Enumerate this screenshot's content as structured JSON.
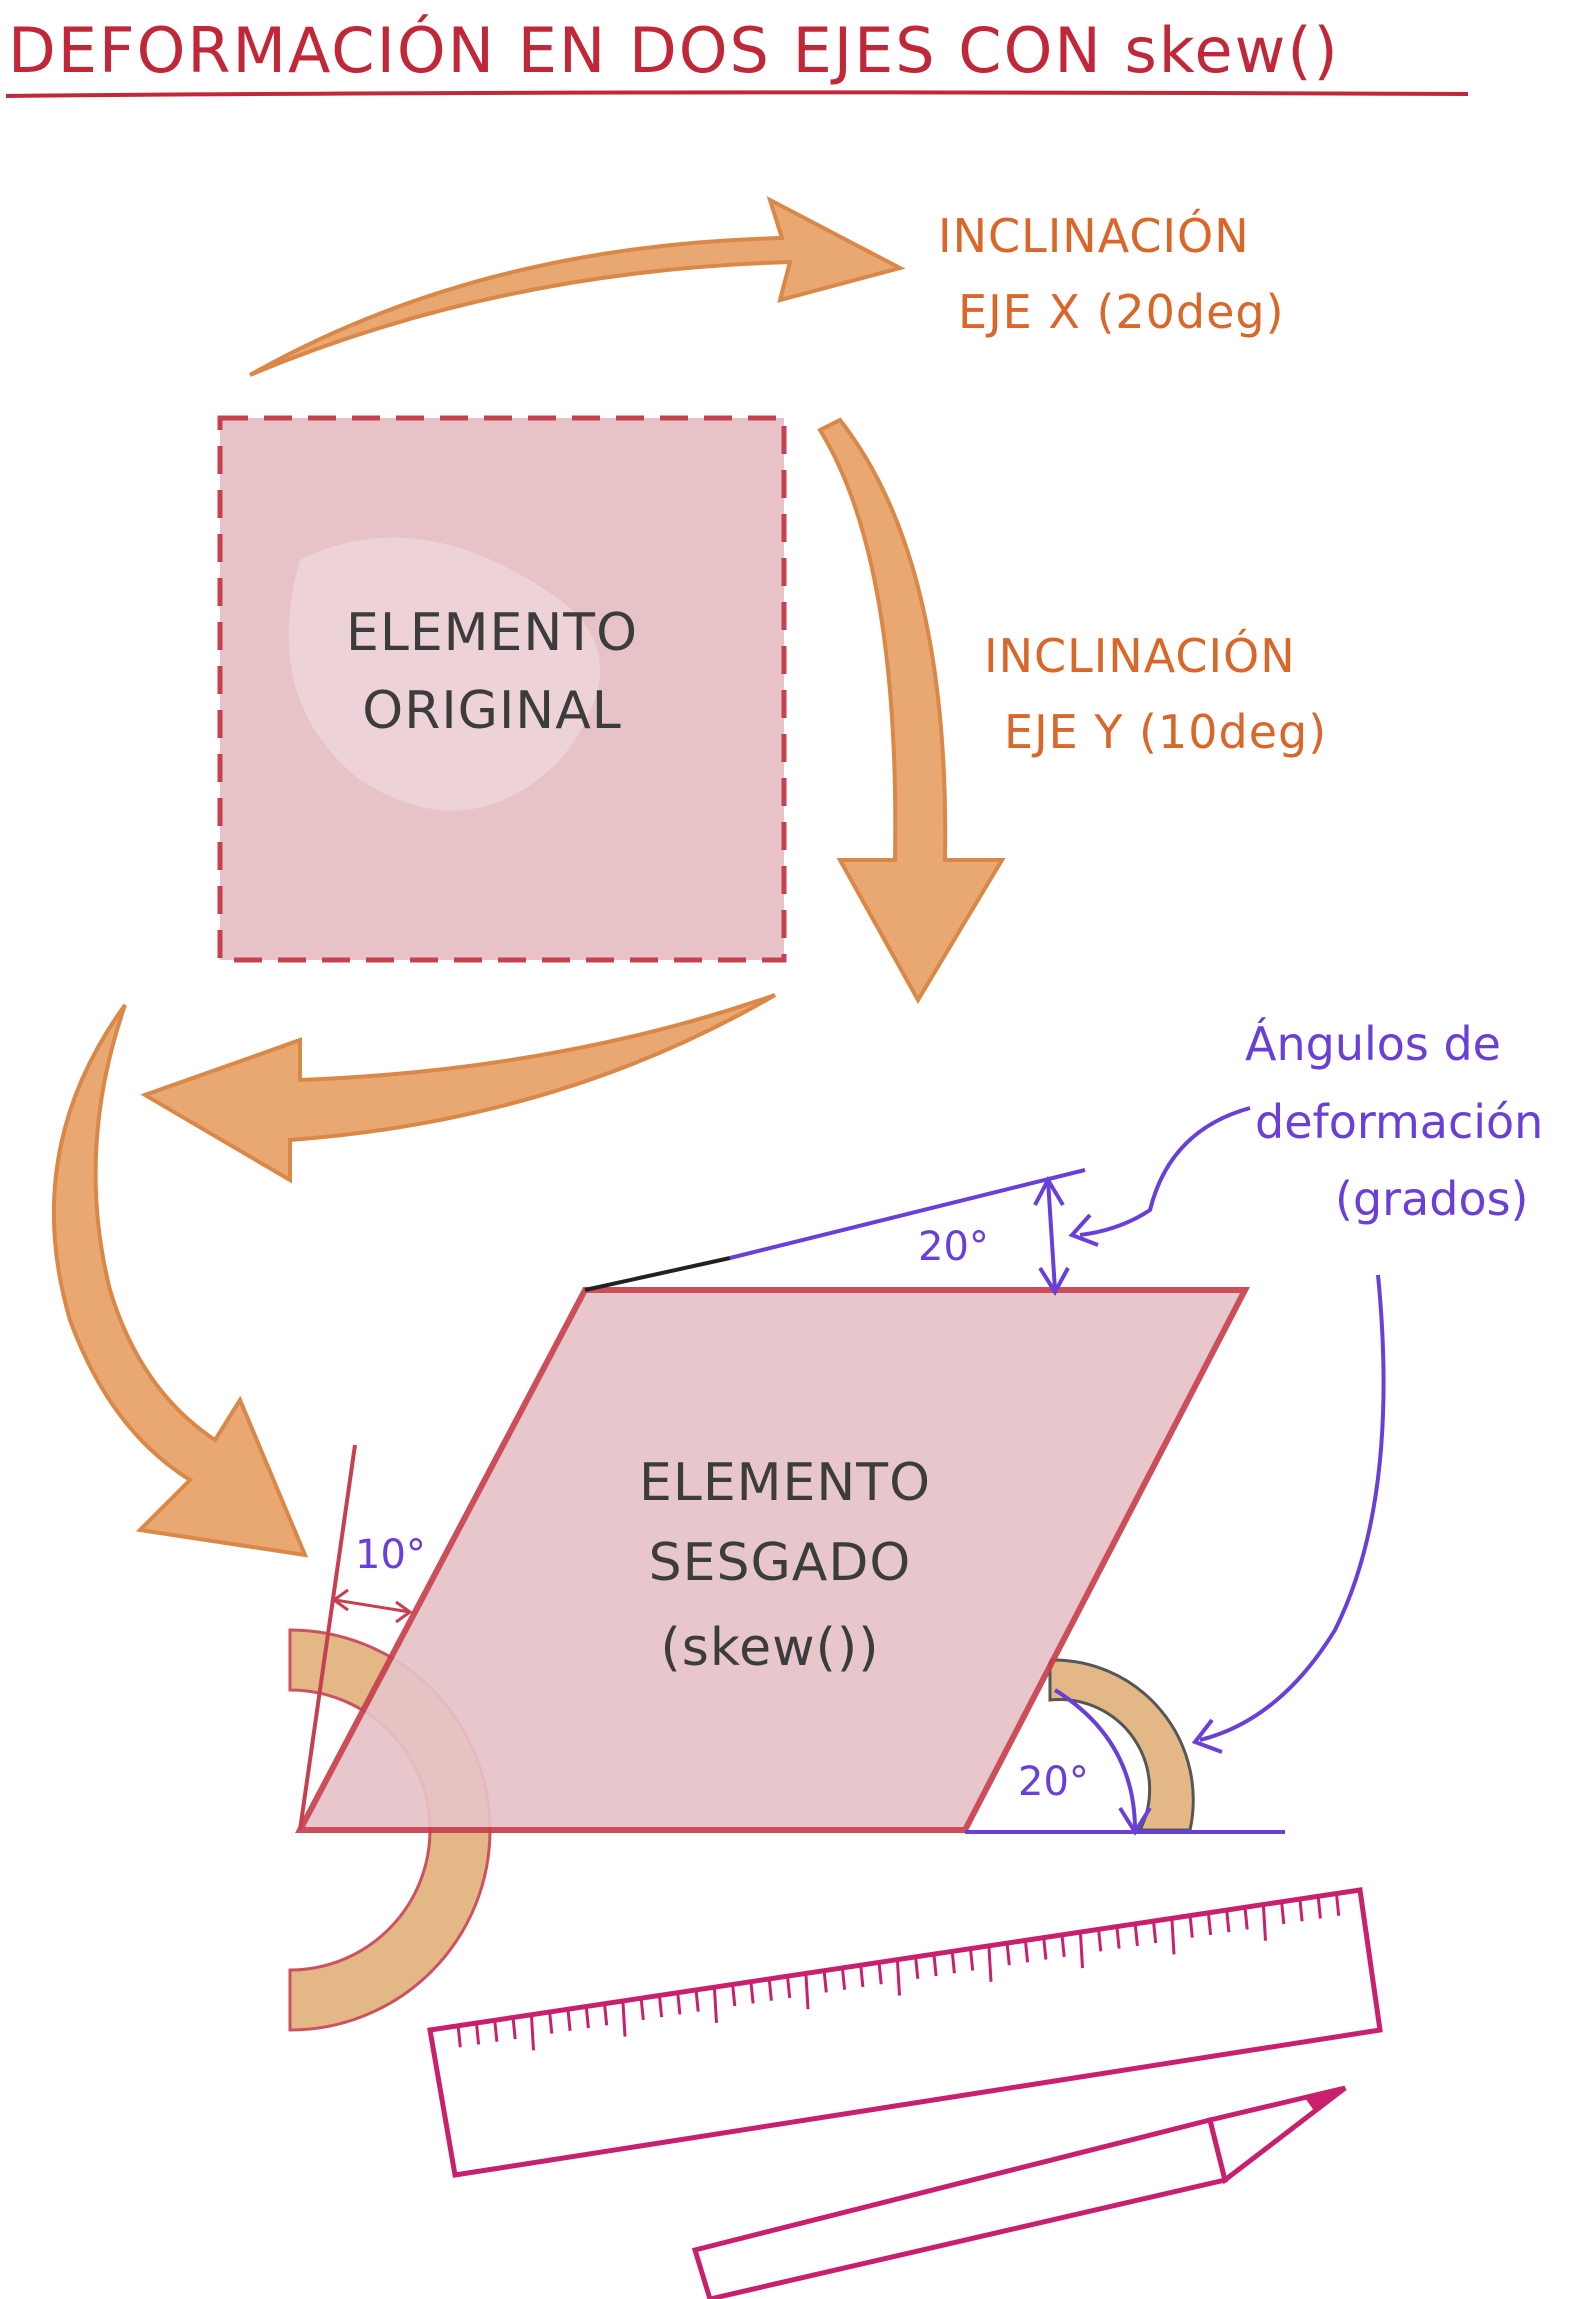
{
  "title": "DEFORMACIÓN EN DOS EJES CON skew()",
  "original": {
    "line1": "ELEMENTO",
    "line2": "ORIGINAL"
  },
  "skewed": {
    "line1": "ELEMENTO",
    "line2": "SESGADO",
    "line3": "(skew())"
  },
  "axis_x": {
    "line1": "INCLINACIÓN",
    "line2": "EJE X (20deg)"
  },
  "axis_y": {
    "line1": "INCLINACIÓN",
    "line2": "EJE Y (10deg)"
  },
  "angles_note": {
    "line1": "Ángulos de",
    "line2": "deformación",
    "line3": "(grados)"
  },
  "angle_top": "20°",
  "angle_bottom": "20°",
  "angle_left": "10°",
  "colors": {
    "title": "#c0283a",
    "orange": "#d9672a",
    "arrow_fill": "#e8a36a",
    "box_fill": "#e7c3c8",
    "box_stroke": "#c7404d",
    "purple": "#6a3fd8",
    "magenta": "#c8206e",
    "protractor": "#e2b07a"
  }
}
